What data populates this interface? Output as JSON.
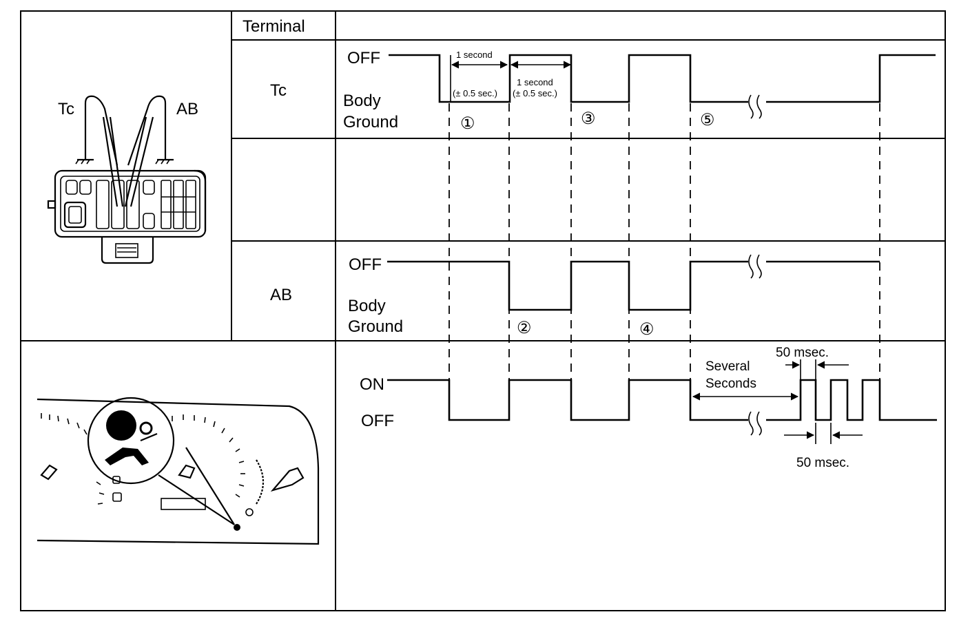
{
  "table": {
    "header_terminal": "Terminal",
    "row_tc_label": "Tc",
    "row_ab_label": "AB"
  },
  "connector": {
    "tc_label": "Tc",
    "ab_label": "AB"
  },
  "tc_signal": {
    "off_label": "OFF",
    "ground_label_1": "Body",
    "ground_label_2": "Ground",
    "interval_1_label": "1 second",
    "interval_1_tol": "(± 0.5 sec.)",
    "interval_2_label": "1 second",
    "interval_2_tol": "(± 0.5 sec.)",
    "step_1": "①",
    "step_3": "③",
    "step_5": "⑤"
  },
  "ab_signal": {
    "off_label": "OFF",
    "ground_label_1": "Body",
    "ground_label_2": "Ground",
    "step_2": "②",
    "step_4": "④"
  },
  "warning_light": {
    "on_label": "ON",
    "off_label": "OFF",
    "several_1": "Several",
    "several_2": "Seconds",
    "pulse_top_label": "50 msec.",
    "pulse_bottom_label": "50 msec.",
    "icon": "airbag-warning-icon"
  }
}
